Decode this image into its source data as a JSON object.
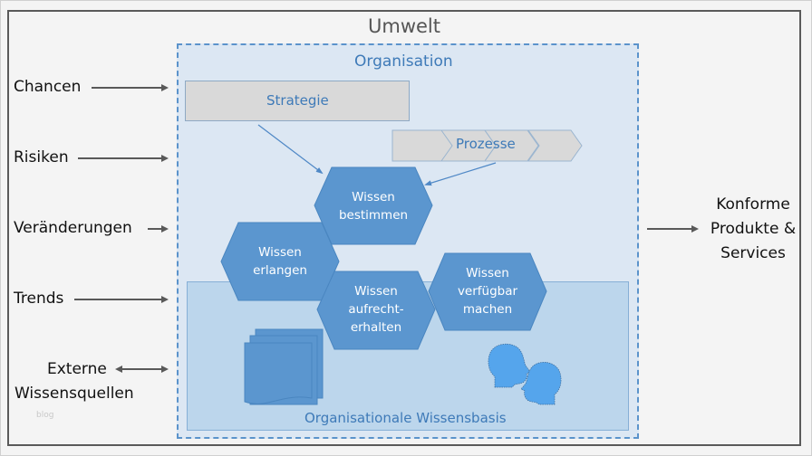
{
  "diagram": {
    "environment_label": "Umwelt",
    "organisation_label": "Organisation",
    "strategy_label": "Strategie",
    "processes_label": "Prozesse",
    "knowledge_base_label": "Organisationale Wissensbasis",
    "inputs": [
      {
        "label": "Chancen",
        "arrow": "right-arrow"
      },
      {
        "label": "Risiken",
        "arrow": "right-arrow"
      },
      {
        "label": "Veränderungen",
        "arrow": "right-arrow"
      },
      {
        "label": "Trends",
        "arrow": "right-arrow"
      },
      {
        "label_line1": "Externe",
        "label_line2": "Wissensquellen",
        "arrow": "double-arrow"
      }
    ],
    "output": {
      "line1": "Konforme",
      "line2": "Produkte &",
      "line3": "Services",
      "arrow": "right-arrow"
    },
    "hexagons": [
      {
        "id": "bestimmen",
        "line1": "Wissen",
        "line2": "bestimmen"
      },
      {
        "id": "erlangen",
        "line1": "Wissen",
        "line2": "erlangen"
      },
      {
        "id": "aufrechterhalten",
        "line1": "Wissen",
        "line2": "aufrecht-",
        "line3": "erhalten"
      },
      {
        "id": "verfuegbar",
        "line1": "Wissen",
        "line2": "verfügbar",
        "line3": "machen"
      }
    ],
    "icons": [
      "document-stack-icon",
      "two-heads-icon"
    ],
    "watermark": "blog",
    "colors": {
      "hex_fill": "#5b96cf",
      "org_fill": "#dce7f3",
      "org_border": "#5b93cb",
      "kb_fill": "#bcd6ec",
      "accent_text": "#3e7ab8",
      "gray_box": "#d9d9d9",
      "arrow": "#595959",
      "head_fill": "#55a5ec"
    }
  }
}
